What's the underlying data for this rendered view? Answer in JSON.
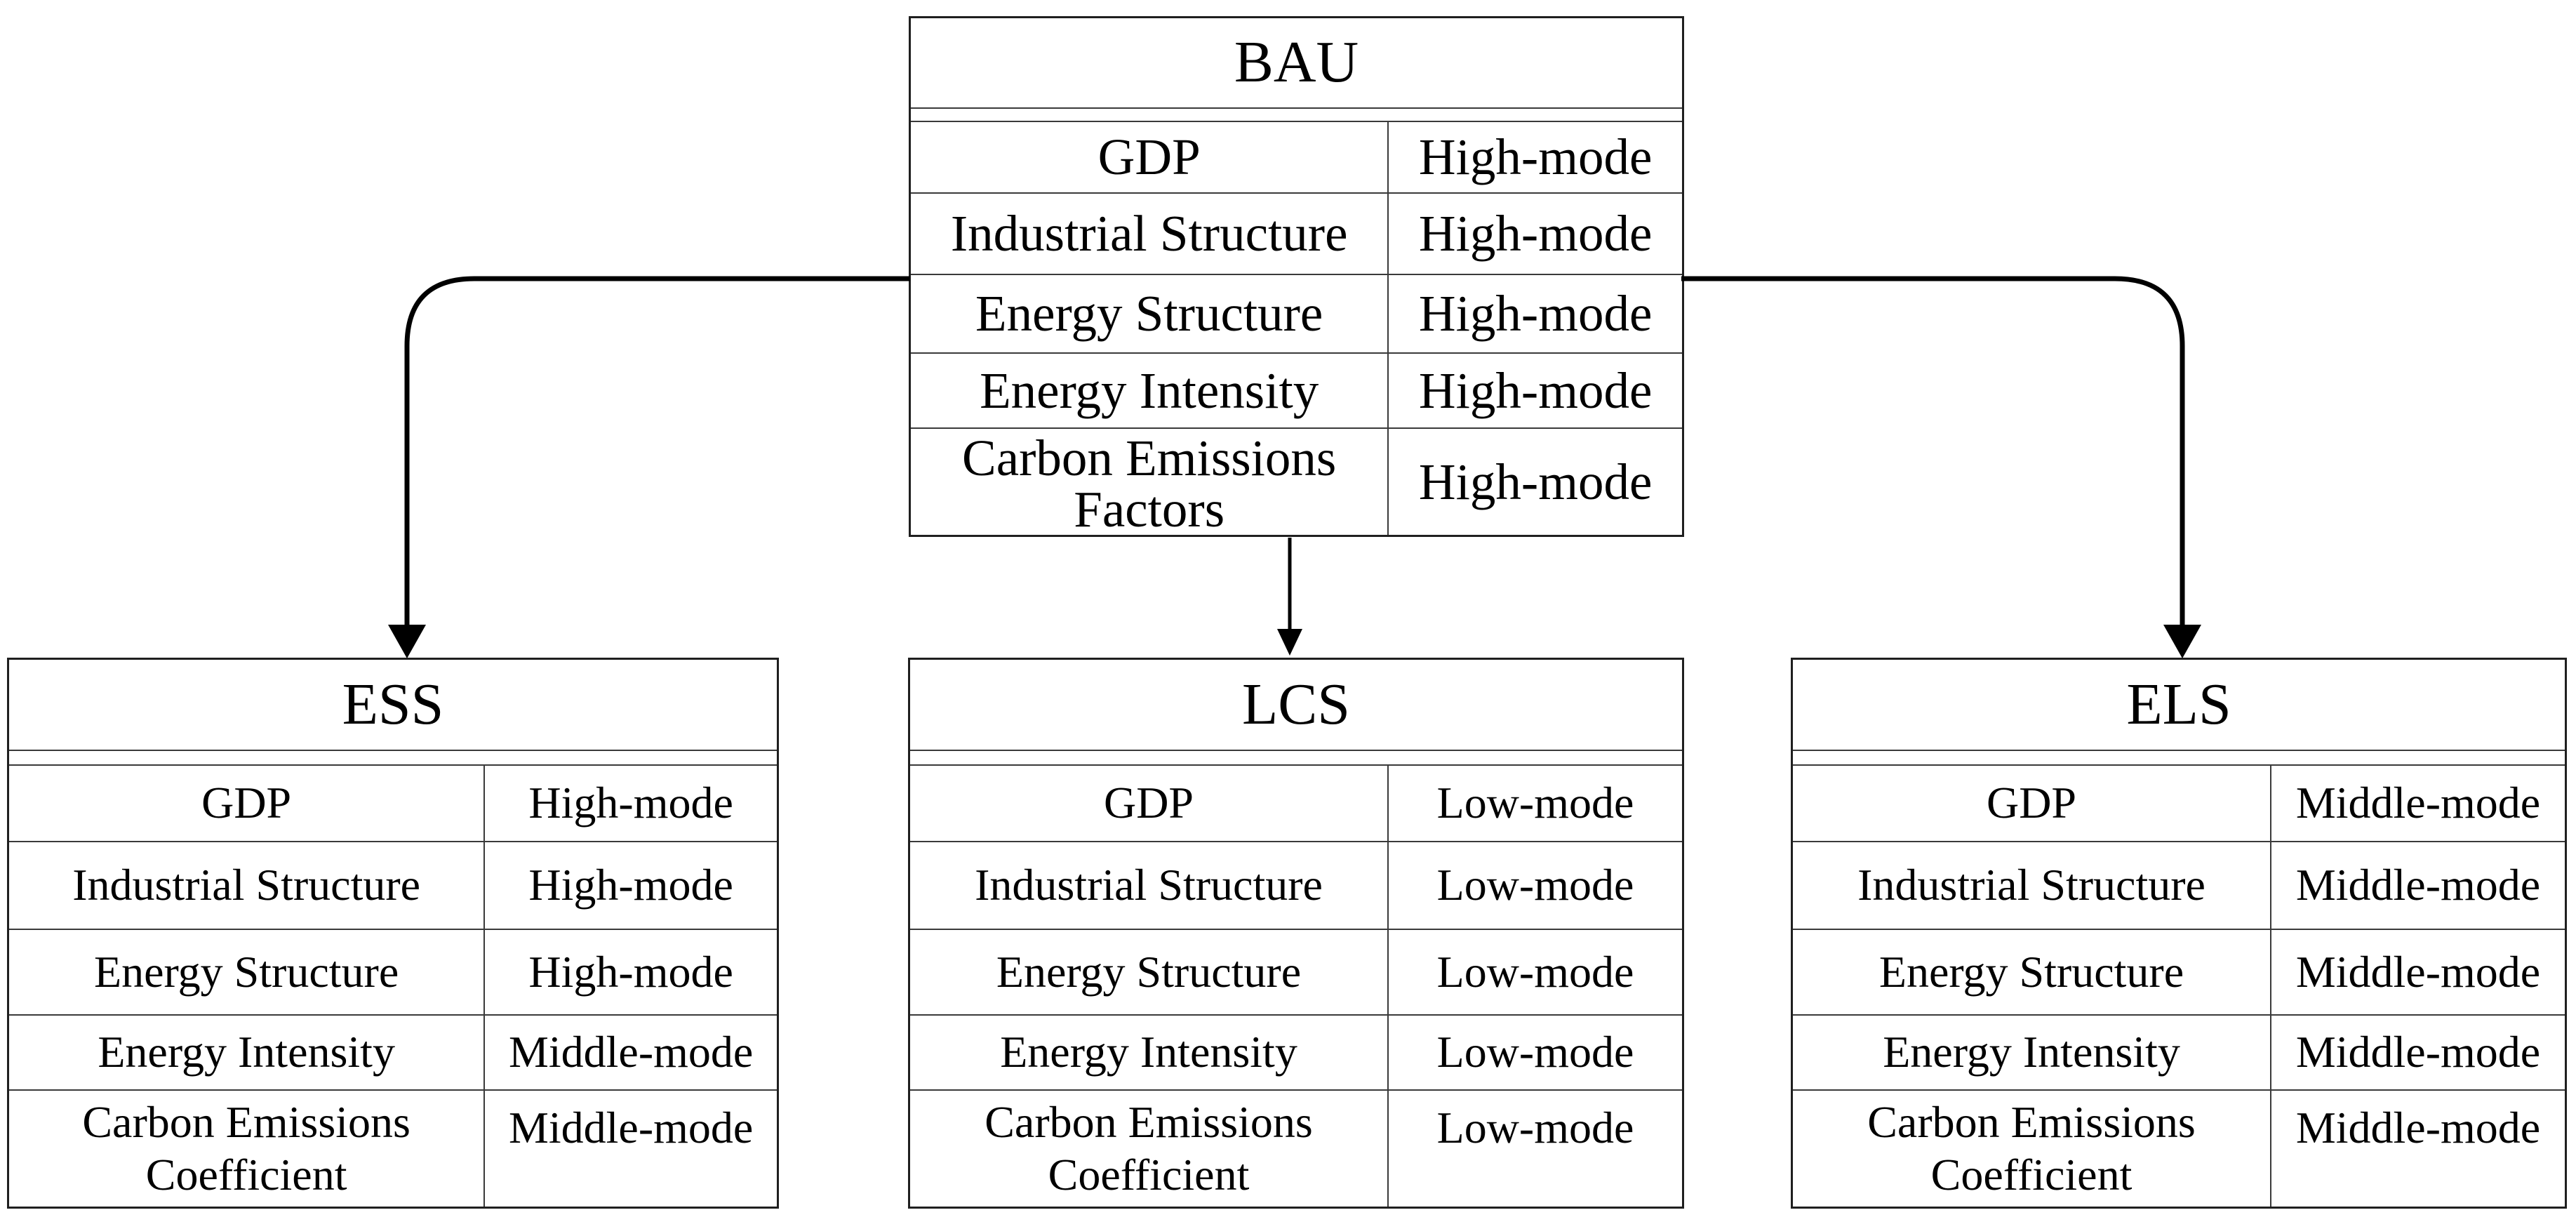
{
  "diagram": {
    "description": "Scenario setting diagram: BAU scenario branching to ESS, LCS and ELS scenarios",
    "colors": {
      "background": "#ffffff",
      "table_border": "#333333",
      "arrow": "#000000",
      "text": "#000000"
    },
    "connections": [
      {
        "from": "BAU",
        "to": "ESS"
      },
      {
        "from": "BAU",
        "to": "LCS"
      },
      {
        "from": "BAU",
        "to": "ELS"
      }
    ],
    "tables": [
      {
        "id": "bau",
        "title": "BAU",
        "rows": [
          {
            "label": "GDP",
            "value": "High-mode"
          },
          {
            "label": "Industrial Structure",
            "value": "High-mode"
          },
          {
            "label": "Energy Structure",
            "value": "High-mode"
          },
          {
            "label": "Energy Intensity",
            "value": "High-mode"
          },
          {
            "label": "Carbon Emissions Factors",
            "value": "High-mode"
          }
        ]
      },
      {
        "id": "ess",
        "title": "ESS",
        "rows": [
          {
            "label": "GDP",
            "value": "High-mode"
          },
          {
            "label": "Industrial Structure",
            "value": "High-mode"
          },
          {
            "label": "Energy Structure",
            "value": "High-mode"
          },
          {
            "label": "Energy Intensity",
            "value": "Middle-mode"
          },
          {
            "label": "Carbon Emissions Coefficient",
            "value": "Middle-mode"
          }
        ]
      },
      {
        "id": "lcs",
        "title": "LCS",
        "rows": [
          {
            "label": "GDP",
            "value": "Low-mode"
          },
          {
            "label": "Industrial Structure",
            "value": "Low-mode"
          },
          {
            "label": "Energy Structure",
            "value": "Low-mode"
          },
          {
            "label": "Energy Intensity",
            "value": "Low-mode"
          },
          {
            "label": "Carbon Emissions Coefficient",
            "value": "Low-mode"
          }
        ]
      },
      {
        "id": "els",
        "title": "ELS",
        "rows": [
          {
            "label": "GDP",
            "value": "Middle-mode"
          },
          {
            "label": "Industrial Structure",
            "value": "Middle-mode"
          },
          {
            "label": "Energy Structure",
            "value": "Middle-mode"
          },
          {
            "label": "Energy Intensity",
            "value": "Middle-mode"
          },
          {
            "label": "Carbon Emissions Coefficient",
            "value": "Middle-mode"
          }
        ]
      }
    ]
  }
}
